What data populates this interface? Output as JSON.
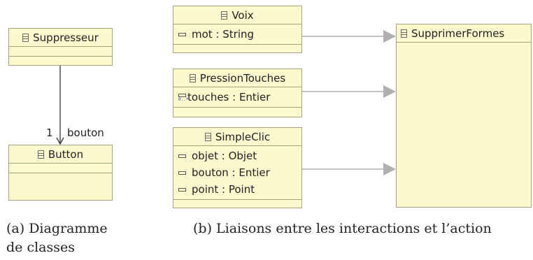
{
  "diagram_a": {
    "classes": {
      "suppresseur": {
        "name": "Suppresseur"
      },
      "button": {
        "name": "Button"
      }
    },
    "association": {
      "multiplicity": "1",
      "role": "bouton"
    },
    "caption_line1": "(a) Diagramme",
    "caption_line2": "de classes"
  },
  "diagram_b": {
    "voix": {
      "name": "Voix",
      "attributes": [
        {
          "text": "mot : String"
        }
      ]
    },
    "pression": {
      "name": "PressionTouches",
      "attributes": [
        {
          "text": "touches : Entier",
          "multiplicity_icon": "0..*"
        }
      ]
    },
    "simpleclic": {
      "name": "SimpleClic",
      "attributes": [
        {
          "text": "objet : Objet"
        },
        {
          "text": "bouton : Entier"
        },
        {
          "text": "point : Point"
        }
      ]
    },
    "target": {
      "name": "SupprimerFormes"
    },
    "caption": "(b) Liaisons entre les interactions et l’action"
  },
  "colors": {
    "class_fill": "#fdf9cf",
    "class_border": "#a8a27a",
    "arrow": "#b0b0b0",
    "line": "#333333"
  },
  "icons": {
    "class": "class-icon",
    "attribute": "attribute-icon",
    "multi_attribute": "multi-attribute-icon"
  }
}
